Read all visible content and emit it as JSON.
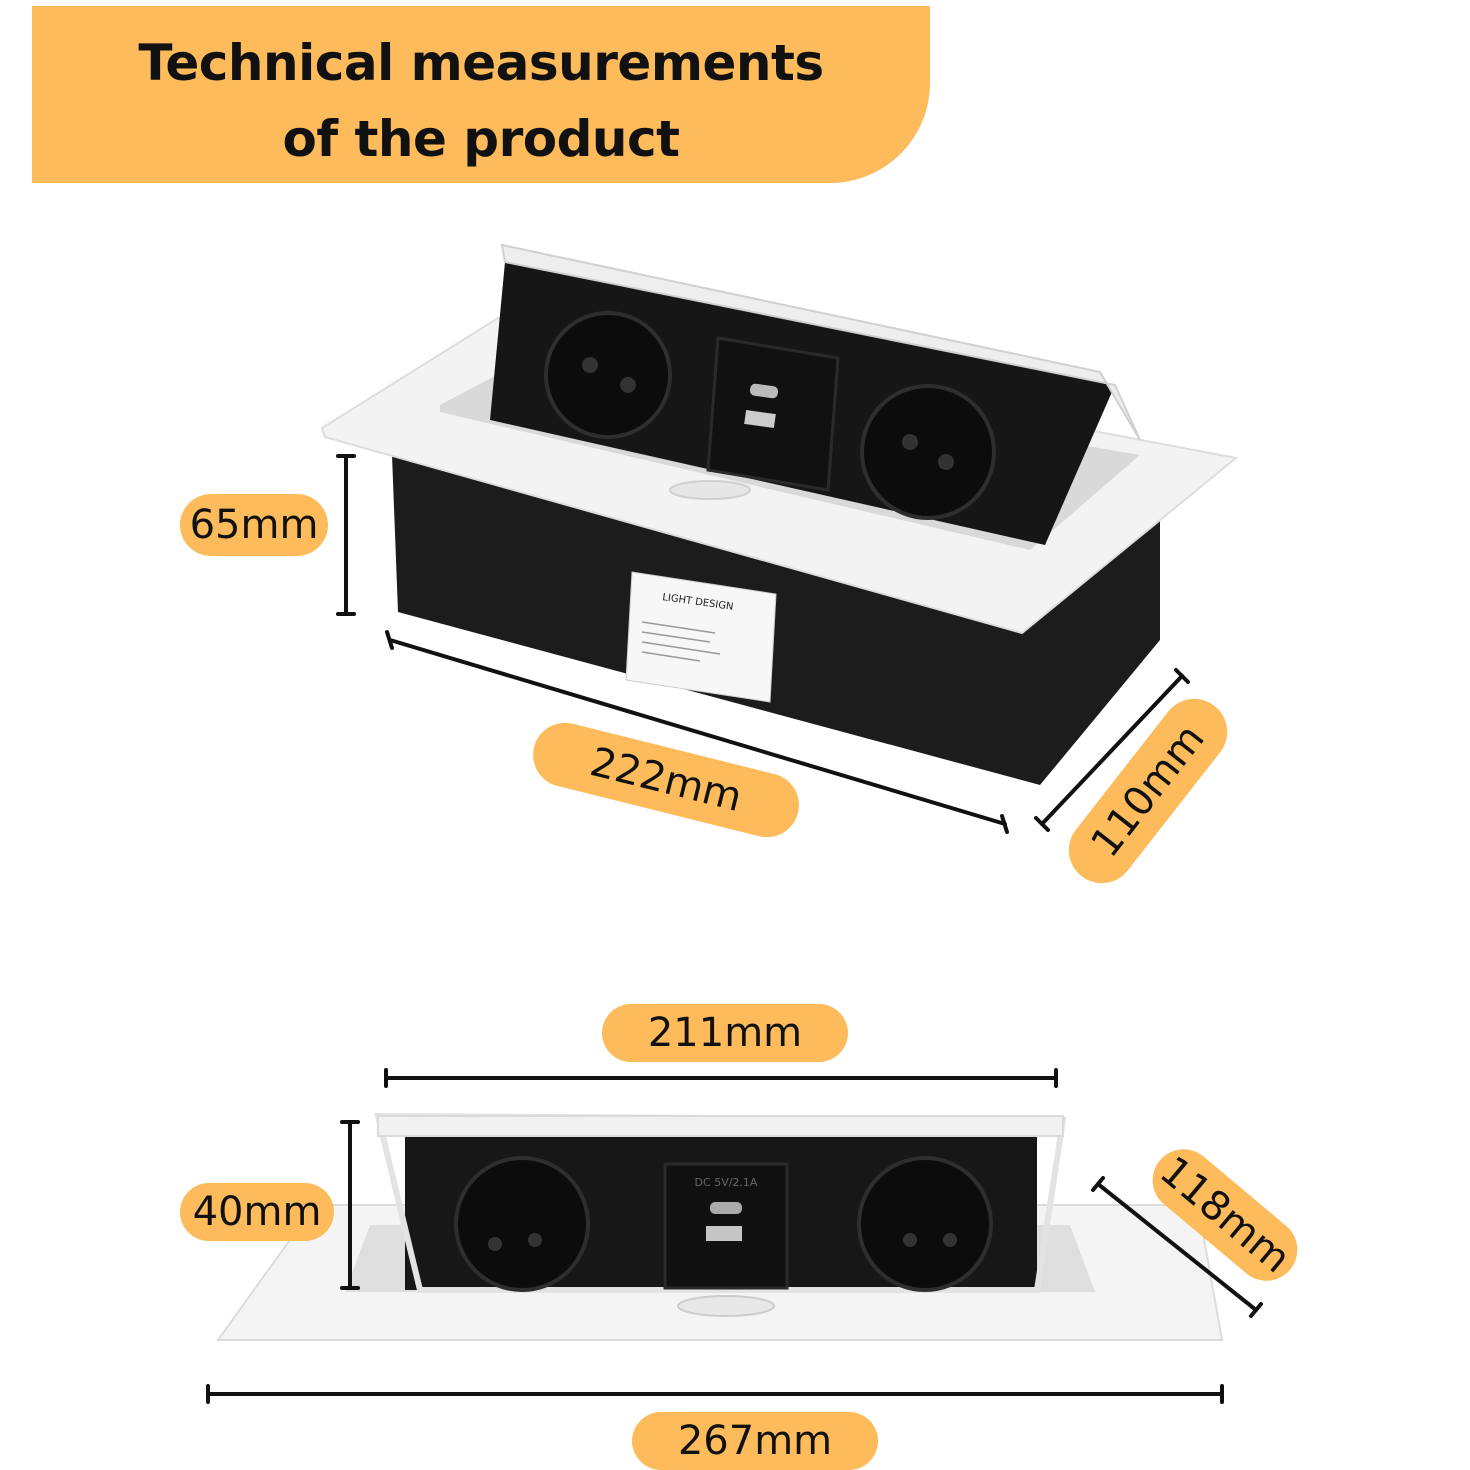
{
  "header": {
    "title_line1": "Technical measurements",
    "title_line2": "of the product"
  },
  "dimensions": {
    "top_view": {
      "height": "65mm",
      "length": "222mm",
      "depth": "110mm"
    },
    "front_view": {
      "inner_width": "211mm",
      "height": "40mm",
      "depth": "118mm",
      "total_width": "267mm"
    }
  },
  "product": {
    "label_brand": "LIGHT DESIGN",
    "usb_port_text": "DC 5V/2.1A"
  },
  "colors": {
    "accent": "#fdbb5b",
    "socket_body": "#1a1a1a",
    "frame": "#f2f2f2"
  }
}
